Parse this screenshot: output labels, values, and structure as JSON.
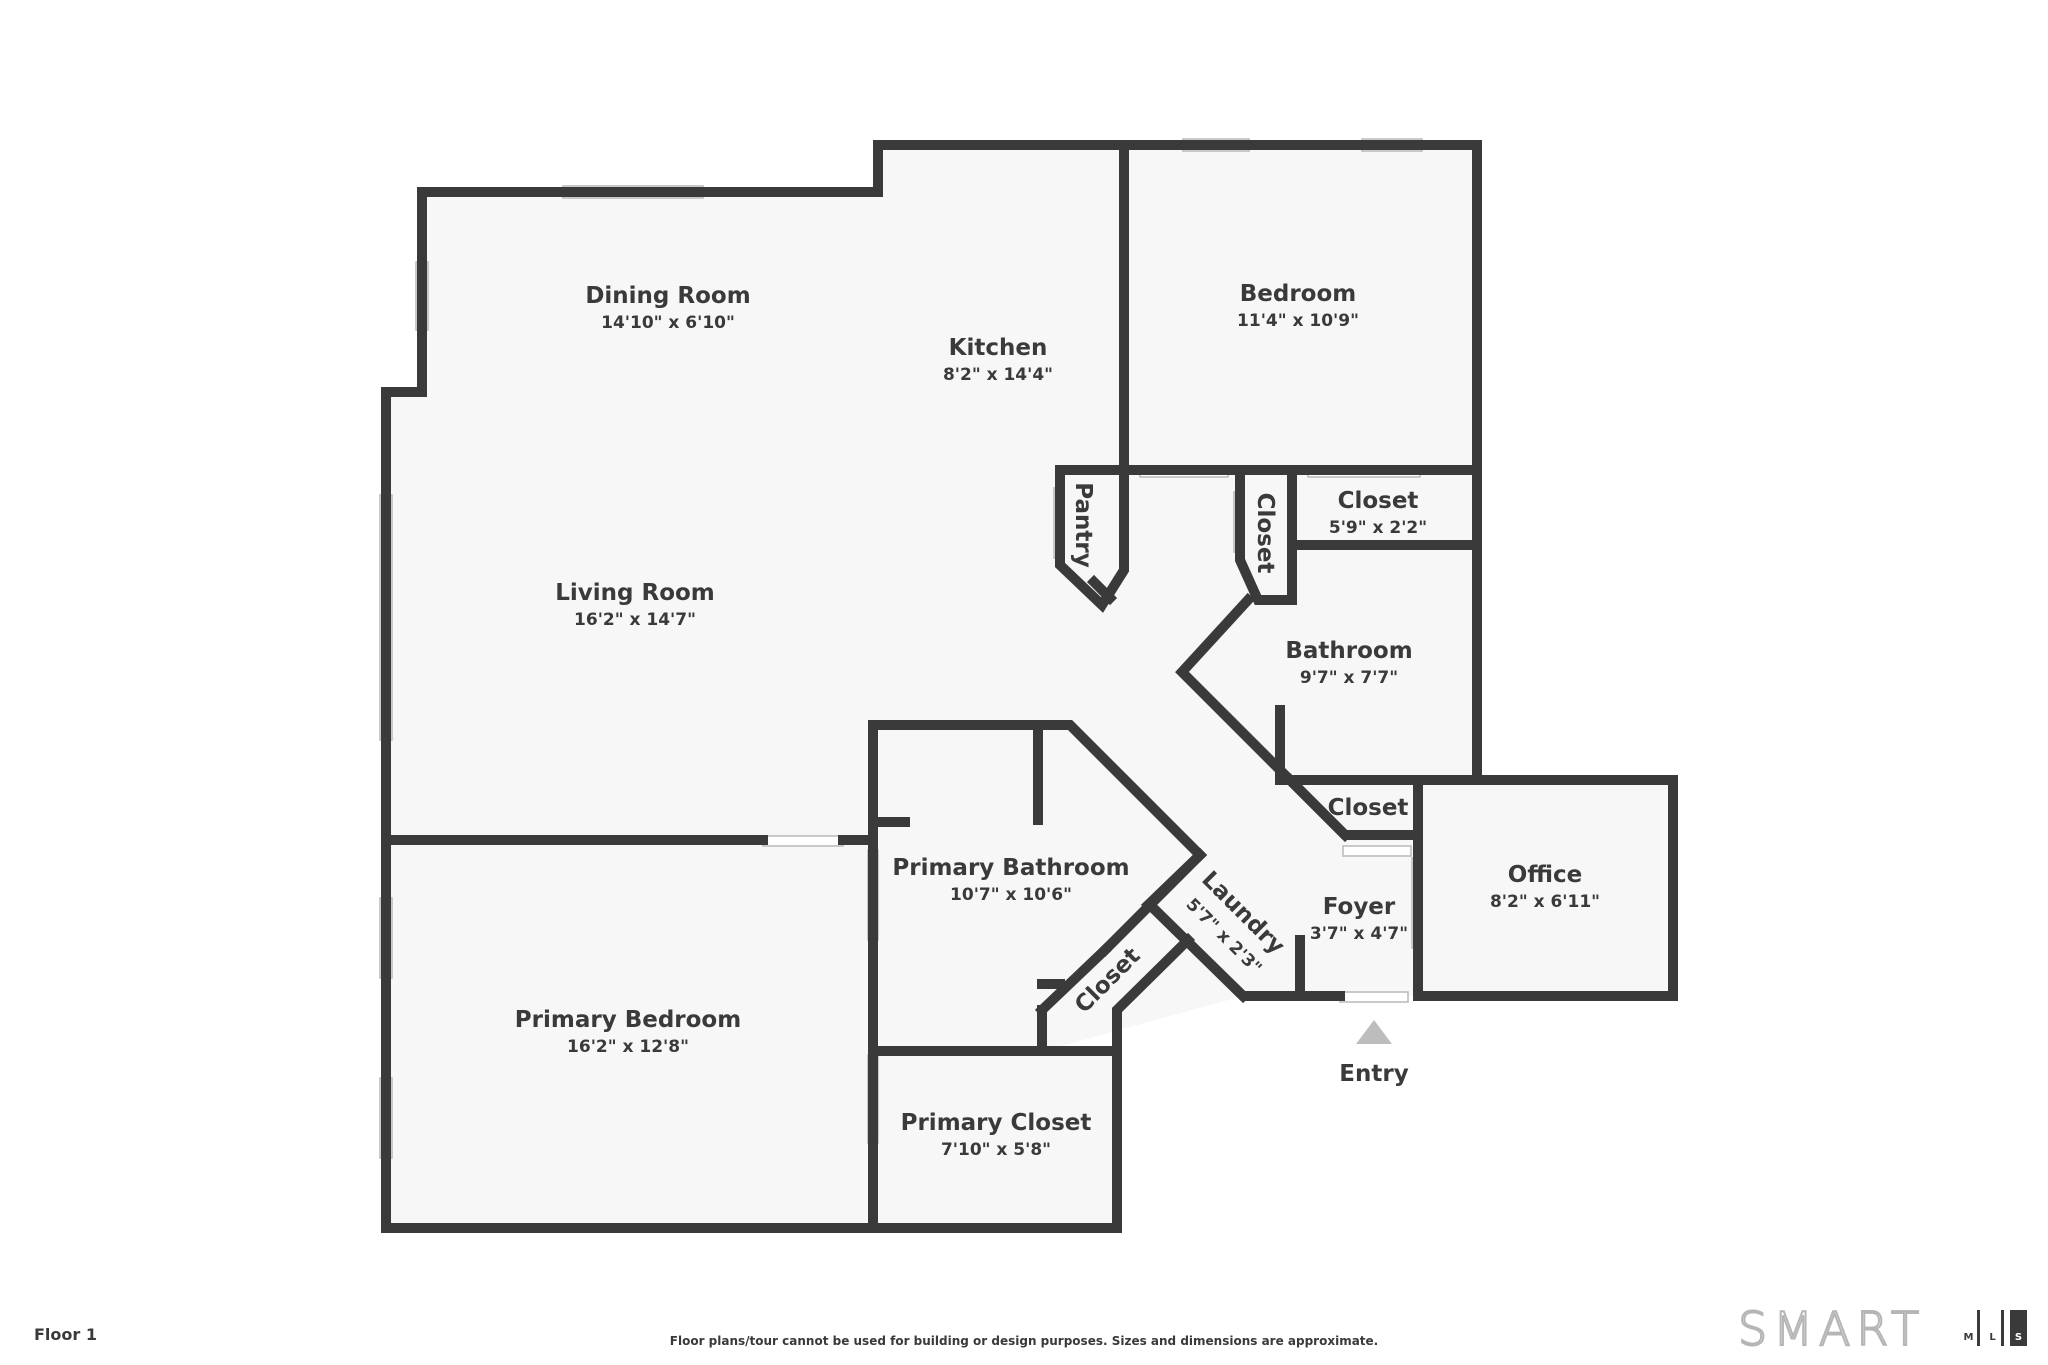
{
  "floor_label": "Floor 1",
  "disclaimer": "Floor plans/tour cannot be used for building or design purposes. Sizes and dimensions are approximate.",
  "logo": {
    "word": "SMART",
    "letters": [
      "M",
      "L",
      "S"
    ]
  },
  "entry_label": "Entry",
  "rooms": {
    "dining": {
      "name": "Dining Room",
      "dims": "14'10\" x 6'10\""
    },
    "kitchen": {
      "name": "Kitchen",
      "dims": "8'2\" x 14'4\""
    },
    "bedroom": {
      "name": "Bedroom",
      "dims": "11'4\" x 10'9\""
    },
    "living": {
      "name": "Living Room",
      "dims": "16'2\" x 14'7\""
    },
    "pantry": {
      "name": "Pantry"
    },
    "closet_hall": {
      "name": "Closet"
    },
    "closet_top": {
      "name": "Closet",
      "dims": "5'9\" x 2'2\""
    },
    "bathroom": {
      "name": "Bathroom",
      "dims": "9'7\" x 7'7\""
    },
    "closet_bath": {
      "name": "Closet"
    },
    "primary_bath": {
      "name": "Primary Bathroom",
      "dims": "10'7\" x 10'6\""
    },
    "laundry": {
      "name": "Laundry",
      "dims": "5'7\" x 2'3\""
    },
    "closet_primary_bath": {
      "name": "Closet"
    },
    "foyer": {
      "name": "Foyer",
      "dims": "3'7\" x 4'7\""
    },
    "office": {
      "name": "Office",
      "dims": "8'2\" x 6'11\""
    },
    "primary_bedroom": {
      "name": "Primary Bedroom",
      "dims": "16'2\" x 12'8\""
    },
    "primary_closet": {
      "name": "Primary Closet",
      "dims": "7'10\" x 5'8\""
    }
  },
  "colors": {
    "wall": "#3a3a3a",
    "floor": "#f7f7f7",
    "entry_marker": "#bdbdbd"
  }
}
